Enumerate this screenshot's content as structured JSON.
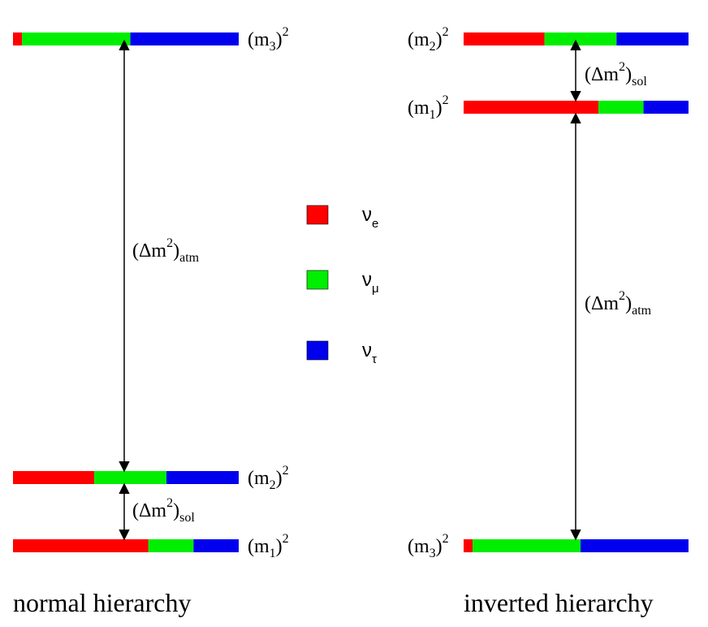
{
  "legend": [
    {
      "symbol": "ν",
      "subscript": "e",
      "color": "#ff0000"
    },
    {
      "symbol": "ν",
      "subscript": "μ",
      "color": "#00ee00"
    },
    {
      "symbol": "ν",
      "subscript": "τ",
      "color": "#0000ee"
    }
  ],
  "normal": {
    "caption": "normal hierarchy",
    "levels": [
      {
        "base": "m",
        "sub": "3",
        "sup": "2",
        "fractions": [
          0.04,
          0.48,
          0.48
        ]
      },
      {
        "base": "m",
        "sub": "2",
        "sup": "2",
        "fractions": [
          0.36,
          0.32,
          0.32
        ]
      },
      {
        "base": "m",
        "sub": "1",
        "sup": "2",
        "fractions": [
          0.6,
          0.2,
          0.2
        ]
      }
    ],
    "splittings": [
      {
        "base": "Δm",
        "sup": "2",
        "sub": "atm"
      },
      {
        "base": "Δm",
        "sup": "2",
        "sub": "sol"
      }
    ]
  },
  "inverted": {
    "caption": "inverted hierarchy",
    "levels": [
      {
        "base": "m",
        "sub": "2",
        "sup": "2",
        "fractions": [
          0.36,
          0.32,
          0.32
        ]
      },
      {
        "base": "m",
        "sub": "1",
        "sup": "2",
        "fractions": [
          0.6,
          0.2,
          0.2
        ]
      },
      {
        "base": "m",
        "sub": "3",
        "sup": "2",
        "fractions": [
          0.04,
          0.48,
          0.48
        ]
      }
    ],
    "splittings": [
      {
        "base": "Δm",
        "sup": "2",
        "sub": "sol"
      },
      {
        "base": "Δm",
        "sup": "2",
        "sub": "atm"
      }
    ]
  }
}
